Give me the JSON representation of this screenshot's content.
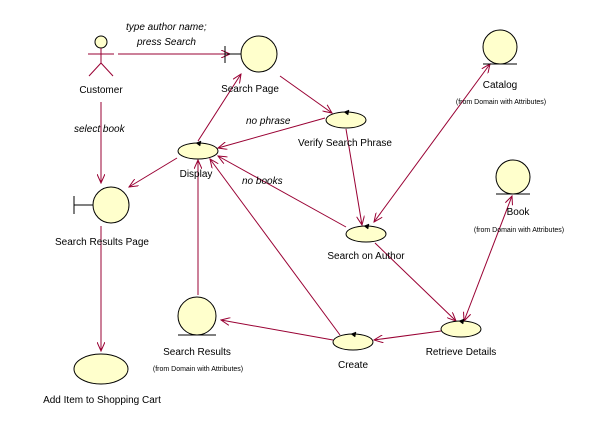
{
  "diagram": {
    "actor": {
      "label": "Customer"
    },
    "nodes": {
      "search_page": {
        "label": "Search Page"
      },
      "search_results_page": {
        "label": "Search Results Page"
      },
      "verify_search_phrase": {
        "label": "Verify Search Phrase"
      },
      "display": {
        "label": "Display"
      },
      "search_on_author": {
        "label": "Search on Author"
      },
      "catalog": {
        "label": "Catalog",
        "note": "(from Domain with Attributes)"
      },
      "book": {
        "label": "Book",
        "note": "(from Domain with Attributes)"
      },
      "search_results": {
        "label": "Search Results",
        "note": "(from Domain with Attributes)"
      },
      "create": {
        "label": "Create"
      },
      "retrieve_details": {
        "label": "Retrieve Details"
      },
      "add_item": {
        "label": "Add Item to Shopping Cart"
      }
    },
    "edge_labels": {
      "type_author_line1": "type author name;",
      "type_author_line2": "press Search",
      "select_book": "select book",
      "no_phrase": "no phrase",
      "no_books": "no books"
    },
    "colors": {
      "shape_fill": "#ffffcc",
      "edge": "#990033"
    }
  }
}
